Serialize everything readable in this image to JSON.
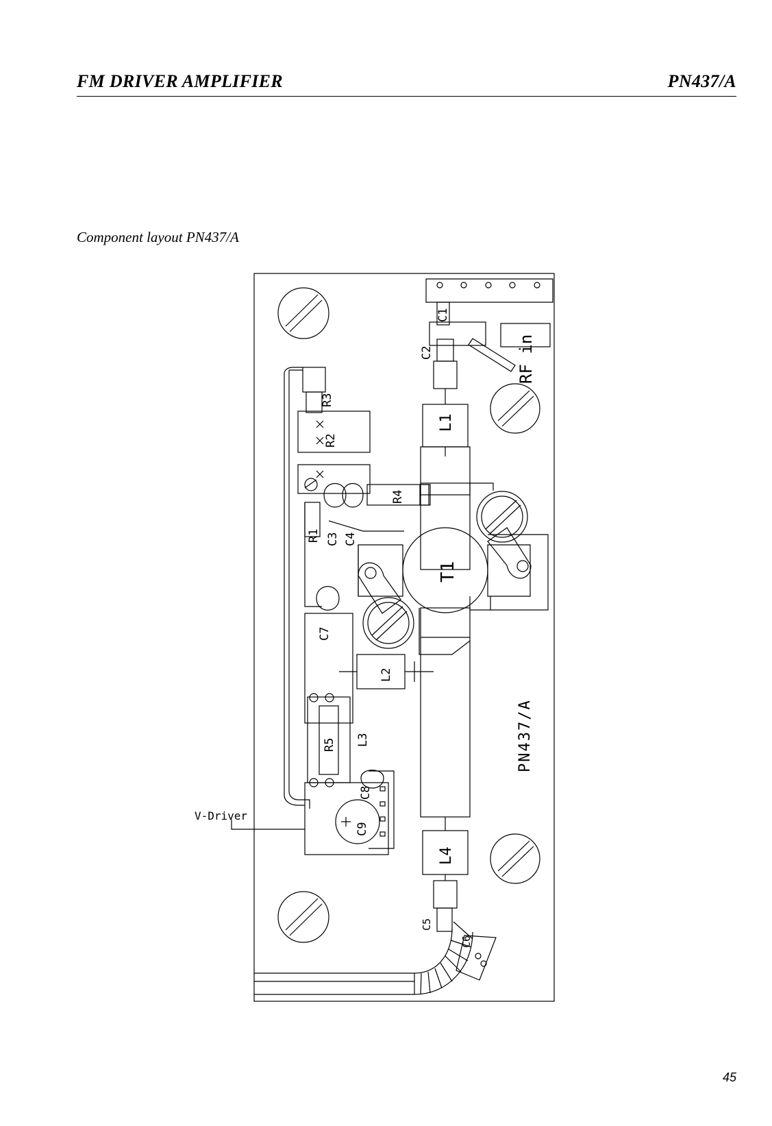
{
  "header": {
    "title": "FM DRIVER AMPLIFIER",
    "part_number": "PN437/A"
  },
  "caption": "Component layout PN437/A",
  "page_number": "45",
  "diagram": {
    "board_marking": "PN437/A",
    "rf_input_label": "RF in",
    "supply_label": "V-Driver",
    "components": {
      "C1": "C1",
      "C2": "C2",
      "C3": "C3",
      "C4": "C4",
      "C5": "C5",
      "C6": "C6",
      "C7": "C7",
      "C8": "C8",
      "C9": "C9",
      "R1": "R1",
      "R2": "R2",
      "R3": "R3",
      "R4": "R4",
      "R5": "R5",
      "L1": "L1",
      "L2": "L2",
      "L3": "L3",
      "L4": "L4",
      "T1": "T1"
    }
  }
}
